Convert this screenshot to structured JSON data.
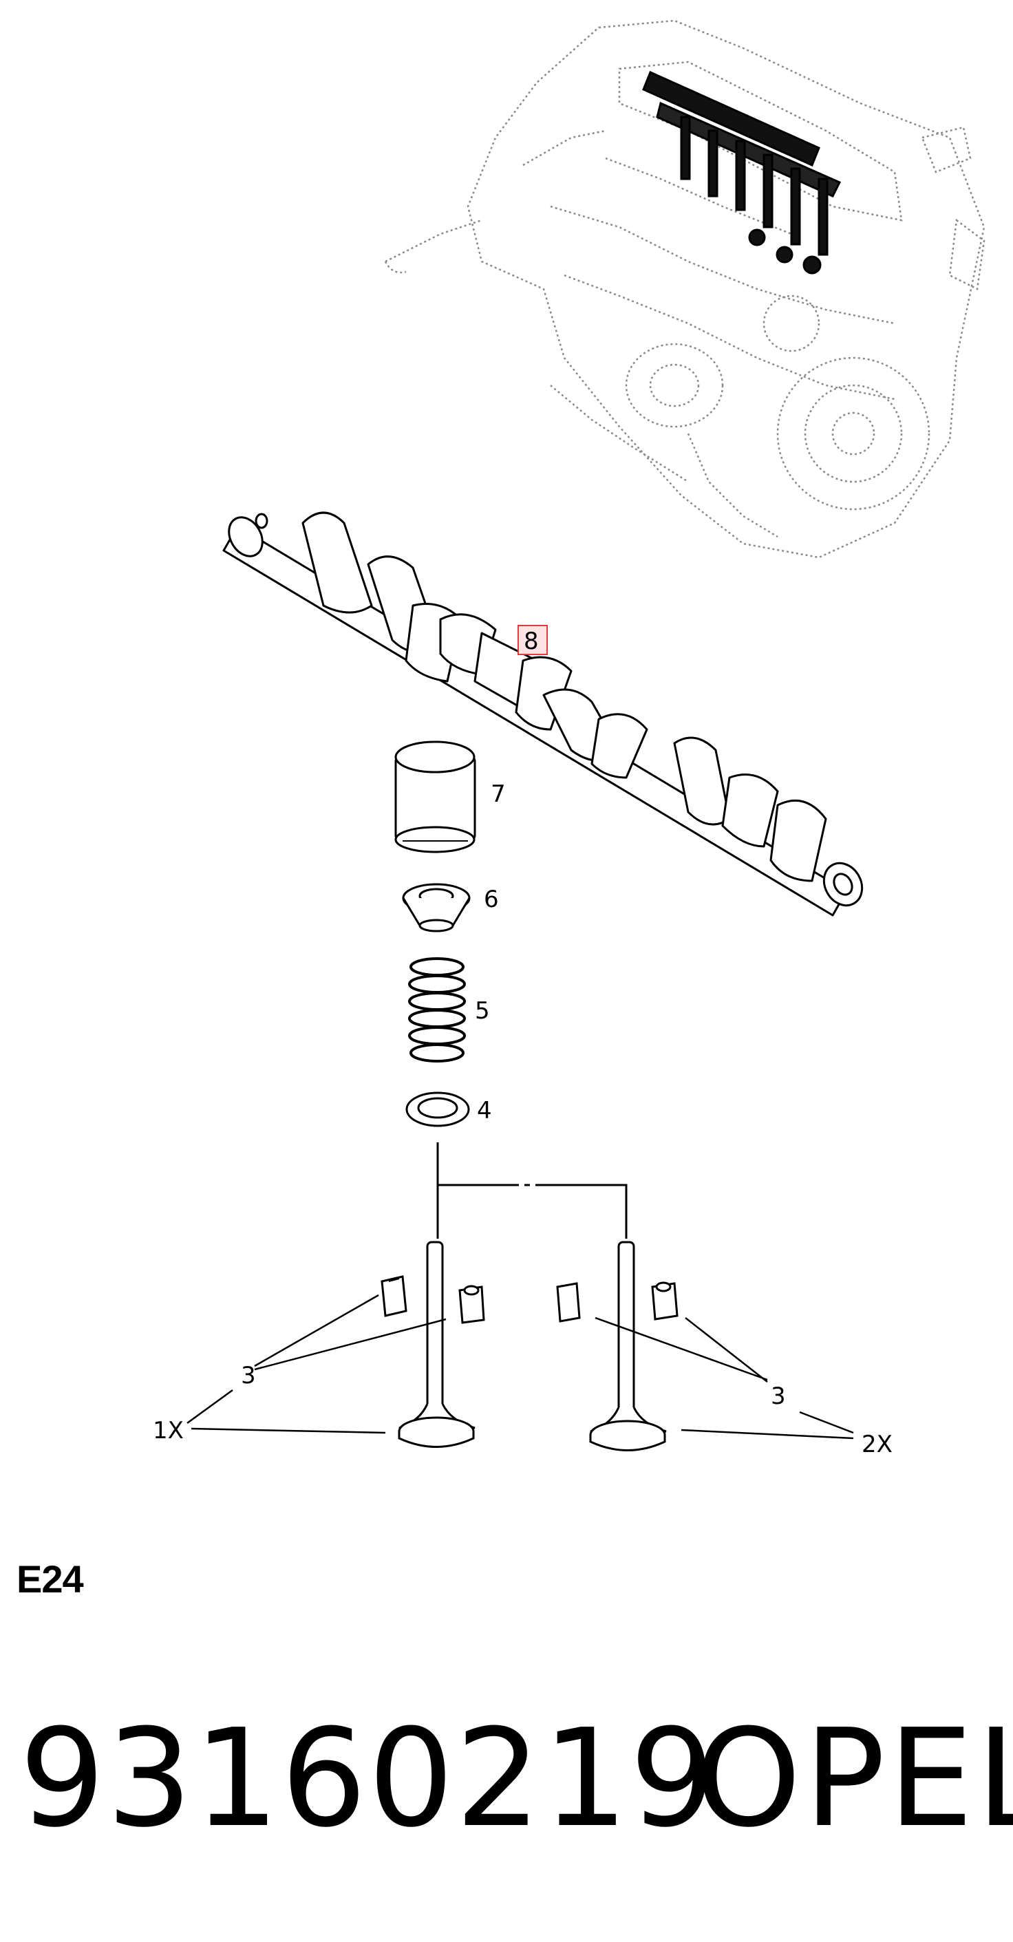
{
  "diagram": {
    "labels": {
      "camshaft": "8",
      "tappet": "7",
      "spring_cap": "6",
      "valve_spring": "5",
      "spring_seat": "4",
      "keepers_left": "3",
      "keepers_right": "3",
      "valve_left": "1X",
      "valve_right": "2X"
    },
    "highlight_color": "#e5393b",
    "highlight_fill": "#fde3e3"
  },
  "section_code": "E24",
  "part_number": "93160219",
  "brand": "OPEL"
}
